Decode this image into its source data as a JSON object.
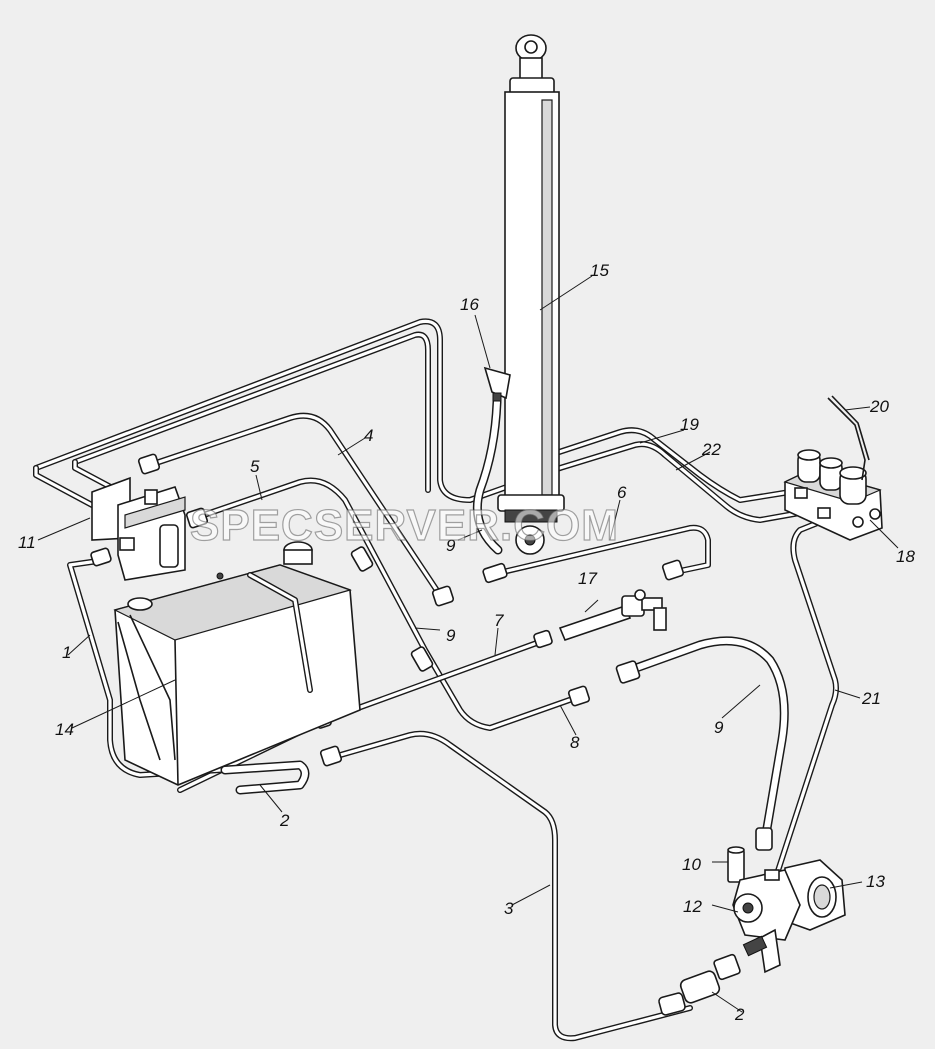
{
  "watermark": "SPECSERVER.COM",
  "callouts": {
    "c1": "1",
    "c2a": "2",
    "c2b": "2",
    "c3": "3",
    "c4": "4",
    "c5": "5",
    "c6": "6",
    "c7": "7",
    "c8": "8",
    "c9a": "9",
    "c9b": "9",
    "c9c": "9",
    "c10": "10",
    "c11": "11",
    "c12": "12",
    "c13": "13",
    "c14": "14",
    "c15": "15",
    "c16": "16",
    "c17": "17",
    "c18": "18",
    "c19": "19",
    "c20": "20",
    "c21": "21",
    "c22": "22"
  }
}
